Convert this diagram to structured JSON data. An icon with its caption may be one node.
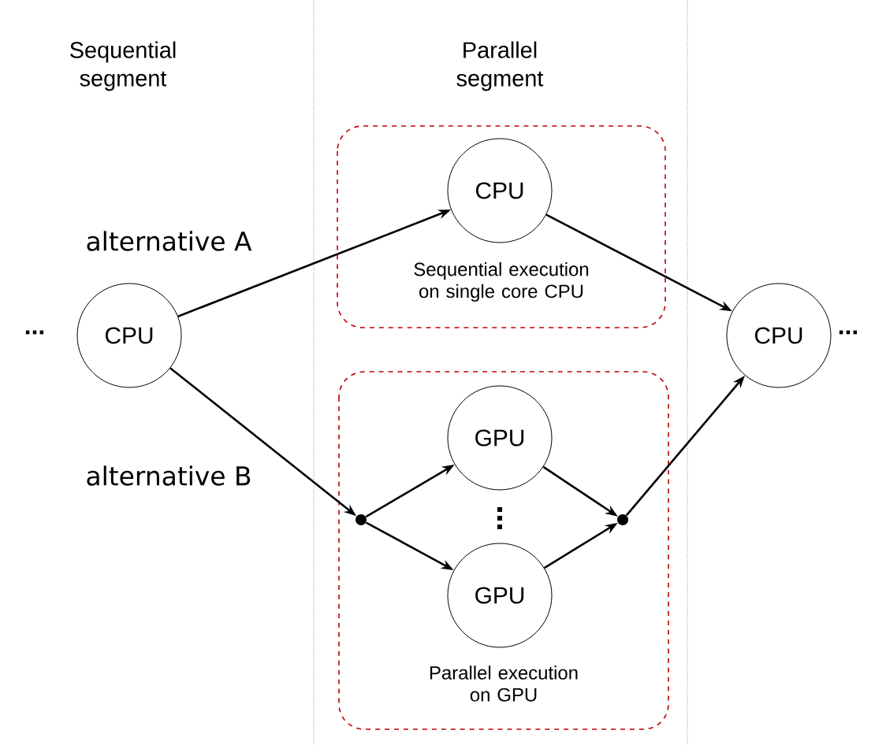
{
  "diagram": {
    "nodes": [
      {
        "text": [
          "CPU"
        ]
      },
      {
        "text": [
          "Sequential execution on single core CPU"
        ]
      },
      {
        "text": [
          "CPU"
        ],
        "in": 1
      },
      {
        "text": [
          "Parallel execution on GPU"
        ]
      },
      {
        "text": [],
        "shape": "circle",
        "in": 3
      },
      {
        "text": [
          "GPU"
        ],
        "in": 3
      },
      {
        "text": [
          "GPU"
        ],
        "in": 3
      },
      {
        "text": [],
        "shape": "circle",
        "in": 3
      },
      {
        "text": [
          "CPU"
        ]
      }
    ],
    "edges": [
      {
        "from": 0,
        "to": 2,
        "arrow": "to"
      },
      {
        "from": 2,
        "to": 8,
        "arrow": "to"
      },
      {
        "from": 0,
        "to": 4,
        "arrow": "to"
      },
      {
        "from": 4,
        "to": 5,
        "arrow": "to"
      },
      {
        "from": 4,
        "to": 6,
        "arrow": "to"
      },
      {
        "from": 5,
        "to": 7,
        "arrow": "to"
      },
      {
        "from": 6,
        "to": 7,
        "arrow": "to"
      },
      {
        "from": 7,
        "to": 8,
        "arrow": "to"
      }
    ],
    "labels": [
      "Sequential segment",
      "Parallel segment",
      "alternative A",
      "alternative B",
      "...",
      "..."
    ]
  }
}
